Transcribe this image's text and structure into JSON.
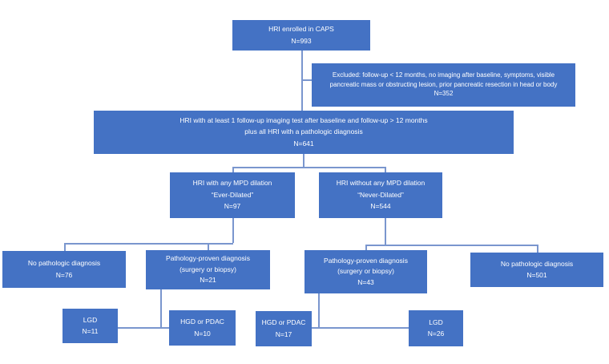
{
  "colors": {
    "node_fill": "#4472C4",
    "node_text": "#ffffff",
    "connector": "#7a96ce"
  },
  "flowchart": {
    "title": "HRI CAPS enrollment flow diagram",
    "nodes": {
      "enrolled": {
        "lines": [
          "HRI enrolled in CAPS",
          "N=993"
        ]
      },
      "excluded": {
        "lines": [
          "Excluded: follow-up < 12 months, no imaging after baseline, symptoms, visible",
          "pancreatic mass or obstructing lesion, prior pancreatic resection in head or body",
          "N=352"
        ]
      },
      "followup": {
        "lines": [
          "HRI with at least 1 follow-up imaging test after baseline and follow-up > 12 months",
          "plus all HRI with a pathologic diagnosis",
          "N=641"
        ]
      },
      "ever_dilated": {
        "lines": [
          "HRI with any MPD dilation",
          "“Ever-Dilated”",
          "N=97"
        ]
      },
      "never_dilated": {
        "lines": [
          "HRI without any MPD dilation",
          "“Never-Dilated”",
          "N=544"
        ]
      },
      "no_path_ever": {
        "lines": [
          "No pathologic diagnosis",
          "N=76"
        ]
      },
      "path_ever": {
        "lines": [
          "Pathology-proven diagnosis",
          "(surgery or biopsy)",
          "N=21"
        ]
      },
      "path_never": {
        "lines": [
          "Pathology-proven diagnosis",
          "(surgery or biopsy)",
          "N=43"
        ]
      },
      "no_path_never": {
        "lines": [
          "No pathologic diagnosis",
          "N=501"
        ]
      },
      "lgd_ever": {
        "lines": [
          "LGD",
          "N=11"
        ]
      },
      "hgd_ever": {
        "lines": [
          "HGD or PDAC",
          "N=10"
        ]
      },
      "hgd_never": {
        "lines": [
          "HGD or PDAC",
          "N=17"
        ]
      },
      "lgd_never": {
        "lines": [
          "LGD",
          "N=26"
        ]
      }
    }
  }
}
